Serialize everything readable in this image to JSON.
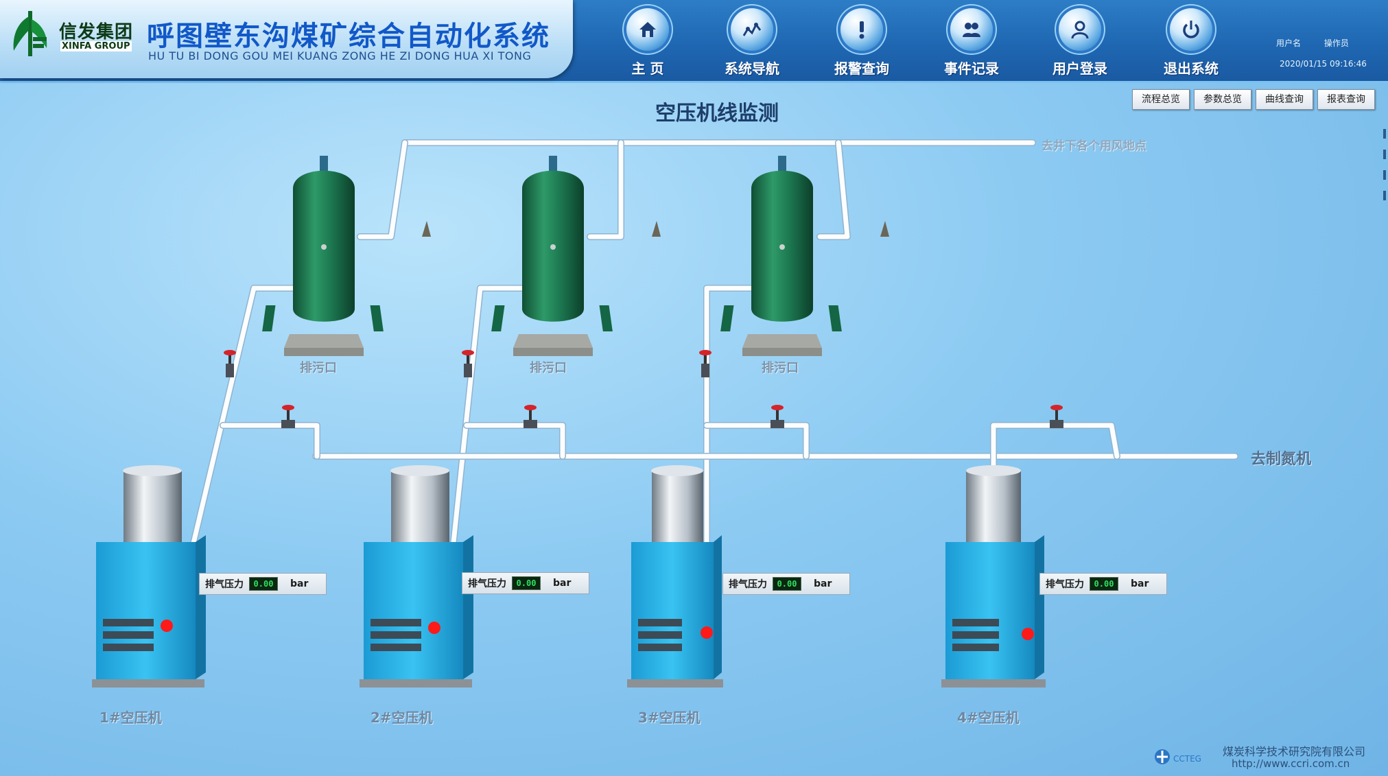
{
  "header": {
    "brand_cn": "信发集团",
    "brand_en": "XINFA GROUP",
    "title": "呼图壁东沟煤矿综合自动化系统",
    "subtitle": "HU TU BI DONG GOU MEI KUANG ZONG HE ZI DONG HUA XI TONG",
    "nav": [
      {
        "label": "主 页",
        "icon": "home-icon"
      },
      {
        "label": "系统导航",
        "icon": "navigation-icon"
      },
      {
        "label": "报警查询",
        "icon": "alarm-icon"
      },
      {
        "label": "事件记录",
        "icon": "event-icon"
      },
      {
        "label": "用户登录",
        "icon": "user-icon"
      },
      {
        "label": "退出系统",
        "icon": "power-icon"
      }
    ],
    "user_label": "用户名",
    "role_label": "操作员",
    "datetime": "2020/01/15 09:16:46"
  },
  "toolbar": {
    "buttons": [
      "流程总览",
      "参数总览",
      "曲线查询",
      "报表查询"
    ]
  },
  "page_title": "空压机线监测",
  "diagram": {
    "tanks": [
      {
        "drain_label": "排污口"
      },
      {
        "drain_label": "排污口"
      },
      {
        "drain_label": "排污口"
      }
    ],
    "top_destination": "去井下各个用风地点",
    "right_destination": "去制氮机",
    "compressors": [
      {
        "name": "1#空压机",
        "pressure_label": "排气压力",
        "pressure_value": "0.00",
        "unit": "bar"
      },
      {
        "name": "2#空压机",
        "pressure_label": "排气压力",
        "pressure_value": "0.00",
        "unit": "bar"
      },
      {
        "name": "3#空压机",
        "pressure_label": "排气压力",
        "pressure_value": "0.00",
        "unit": "bar"
      },
      {
        "name": "4#空压机",
        "pressure_label": "排气压力",
        "pressure_value": "0.00",
        "unit": "bar"
      }
    ]
  },
  "footer": {
    "cctec": "CCTEG",
    "org": "煤炭科学技术研究院有限公司",
    "url": "http://www.ccri.com.cn"
  },
  "colors": {
    "tank_green": "#1f7a54",
    "compressor_blue": "#2bb6ea",
    "alarm_red": "#ff1a1a",
    "header_blue": "#1f67b2"
  }
}
